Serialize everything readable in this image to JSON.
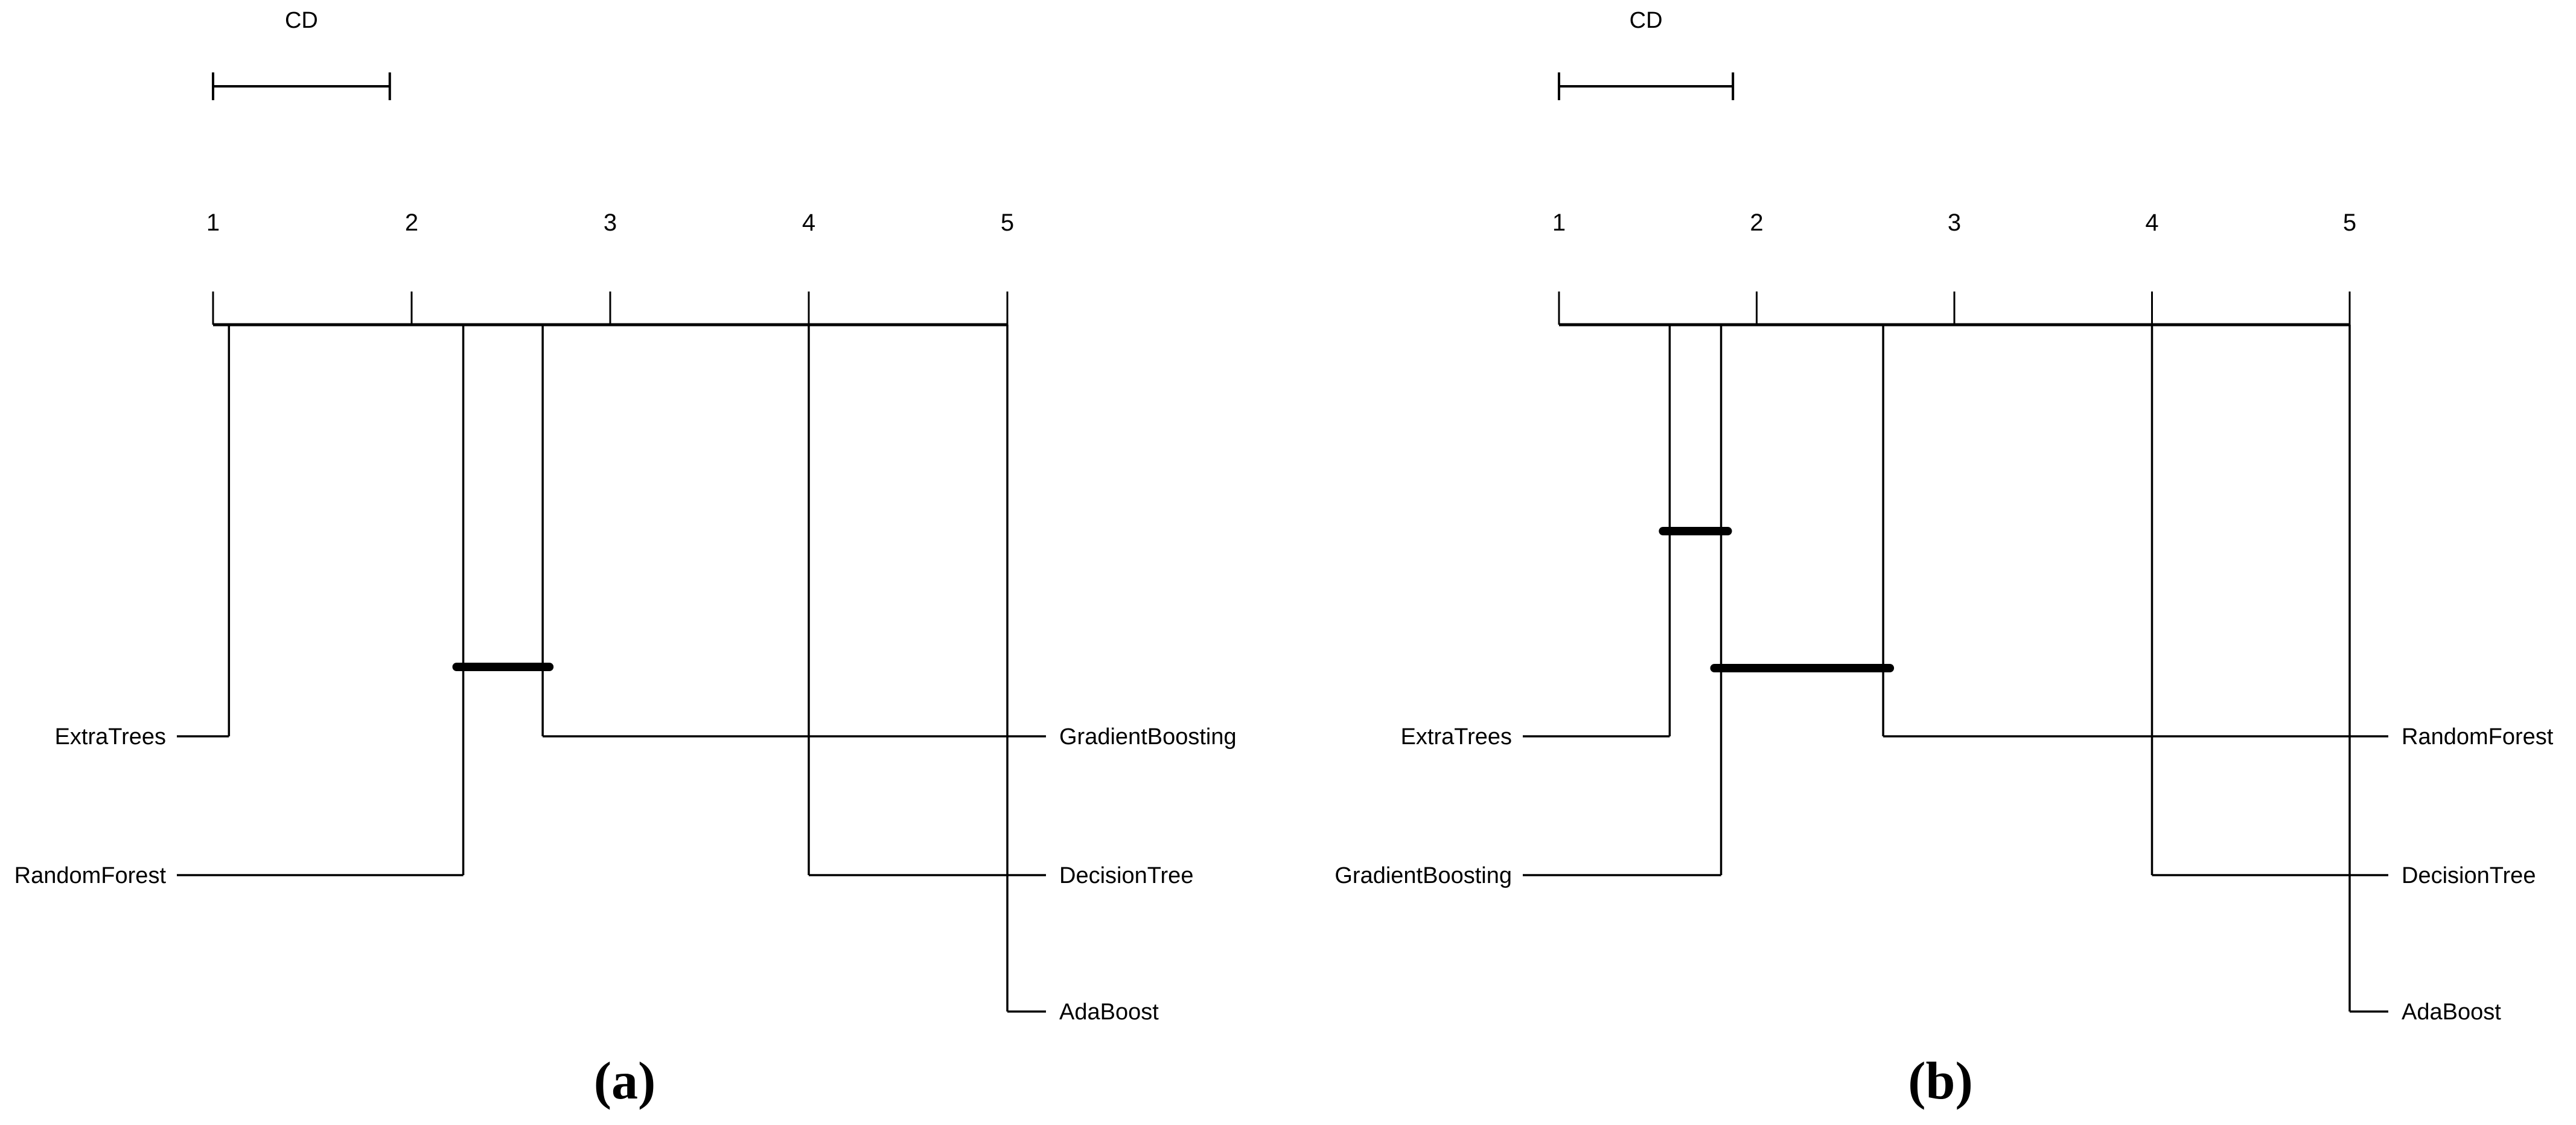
{
  "figure": {
    "background": "#ffffff",
    "line_color": "#000000",
    "caption_a": "(a)",
    "caption_b": "(b)"
  },
  "chart_data": [
    {
      "type": "line",
      "variant": "critical-difference-diagram",
      "panel": "a",
      "cd_label": "CD",
      "critical_difference": 0.89,
      "axis": {
        "min": 1,
        "max": 5,
        "tick_labels": [
          "1",
          "2",
          "3",
          "4",
          "5"
        ]
      },
      "algorithms": [
        {
          "name": "ExtraTrees",
          "rank": 1.08,
          "side": "left",
          "row": 0
        },
        {
          "name": "RandomForest",
          "rank": 2.26,
          "side": "left",
          "row": 1
        },
        {
          "name": "GradientBoosting",
          "rank": 2.66,
          "side": "right",
          "row": 0
        },
        {
          "name": "DecisionTree",
          "rank": 4.0,
          "side": "right",
          "row": 1
        },
        {
          "name": "AdaBoost",
          "rank": 5.0,
          "side": "right",
          "row": 2
        }
      ],
      "cliques": [
        {
          "members": [
            "RandomForest",
            "GradientBoosting"
          ]
        }
      ]
    },
    {
      "type": "line",
      "variant": "critical-difference-diagram",
      "panel": "b",
      "cd_label": "CD",
      "critical_difference": 0.88,
      "axis": {
        "min": 1,
        "max": 5,
        "tick_labels": [
          "1",
          "2",
          "3",
          "4",
          "5"
        ]
      },
      "algorithms": [
        {
          "name": "ExtraTrees",
          "rank": 1.56,
          "side": "left",
          "row": 0
        },
        {
          "name": "GradientBoosting",
          "rank": 1.82,
          "side": "left",
          "row": 1
        },
        {
          "name": "RandomForest",
          "rank": 2.64,
          "side": "right",
          "row": 0
        },
        {
          "name": "DecisionTree",
          "rank": 4.0,
          "side": "right",
          "row": 1
        },
        {
          "name": "AdaBoost",
          "rank": 5.0,
          "side": "right",
          "row": 2
        }
      ],
      "cliques": [
        {
          "members": [
            "ExtraTrees",
            "GradientBoosting"
          ]
        },
        {
          "members": [
            "GradientBoosting",
            "RandomForest"
          ]
        }
      ]
    }
  ]
}
